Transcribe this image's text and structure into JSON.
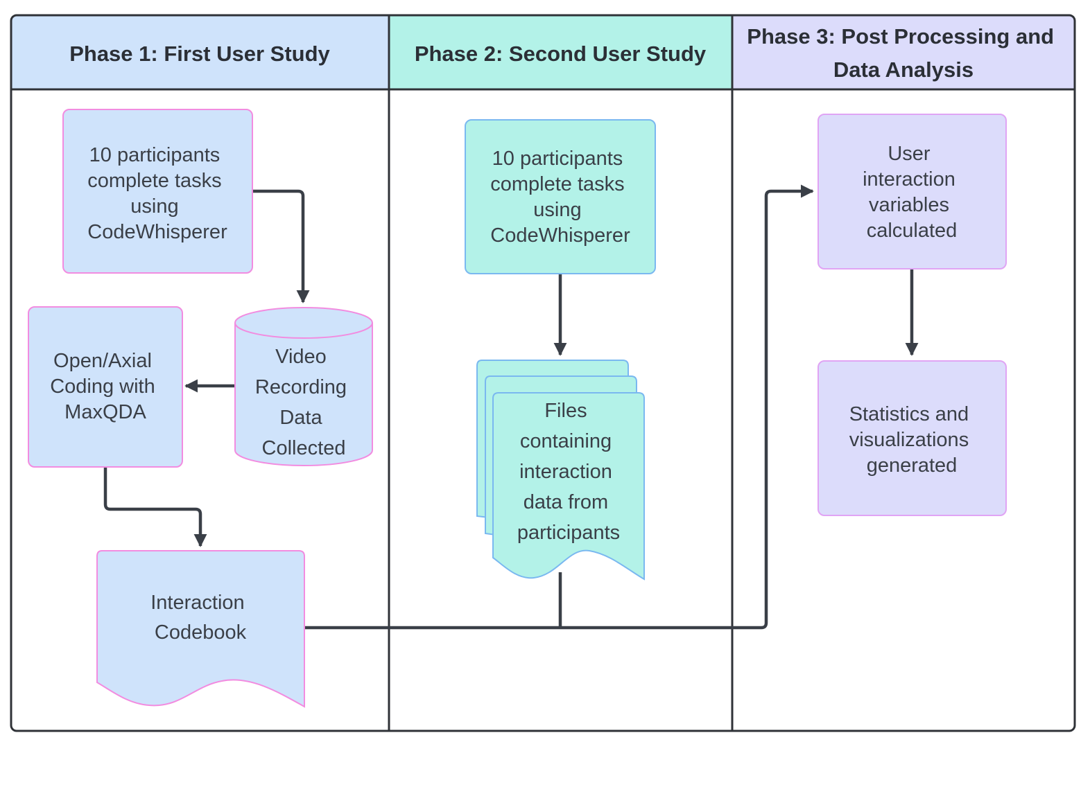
{
  "colors": {
    "phase1_fill": "#cfe3fb",
    "phase2_fill": "#b3f2e8",
    "phase3_fill": "#dcdcfb",
    "phase1_stroke": "#f28ce0",
    "phase2_stroke": "#7ab8f0",
    "phase3_stroke": "#e0a4f4",
    "line": "#3a3f47",
    "frame": "#2f3237"
  },
  "lanes": [
    {
      "id": "phase1",
      "title_lines": [
        "Phase 1: First User Study"
      ]
    },
    {
      "id": "phase2",
      "title_lines": [
        "Phase 2: Second User Study"
      ]
    },
    {
      "id": "phase3",
      "title_lines": [
        "Phase 3: Post Processing and",
        "Data Analysis"
      ]
    }
  ],
  "nodes": {
    "p1_participants": {
      "lines": [
        "10 participants",
        "complete tasks",
        "using",
        "CodeWhisperer"
      ],
      "shape": "rounded-rect"
    },
    "p1_video": {
      "lines": [
        "Video",
        "Recording",
        "Data",
        "Collected"
      ],
      "shape": "cylinder"
    },
    "p1_coding": {
      "lines": [
        "Open/Axial",
        "Coding with",
        "MaxQDA"
      ],
      "shape": "rounded-rect"
    },
    "p1_codebook": {
      "lines": [
        "Interaction",
        "Codebook"
      ],
      "shape": "document"
    },
    "p2_participants": {
      "lines": [
        "10 participants",
        "complete tasks",
        "using",
        "CodeWhisperer"
      ],
      "shape": "rounded-rect"
    },
    "p2_files": {
      "lines": [
        "Files",
        "containing",
        "interaction",
        "data from",
        "participants"
      ],
      "shape": "multi-document"
    },
    "p3_variables": {
      "lines": [
        "User",
        "interaction",
        "variables",
        "calculated"
      ],
      "shape": "rounded-rect"
    },
    "p3_stats": {
      "lines": [
        "Statistics and",
        "visualizations",
        "generated"
      ],
      "shape": "rounded-rect"
    }
  },
  "edges": [
    {
      "from": "p1_participants",
      "to": "p1_video"
    },
    {
      "from": "p1_video",
      "to": "p1_coding"
    },
    {
      "from": "p1_coding",
      "to": "p1_codebook"
    },
    {
      "from": "p2_participants",
      "to": "p2_files"
    },
    {
      "from": "p1_codebook",
      "to": "p3_variables"
    },
    {
      "from": "p2_files",
      "to": "p3_variables"
    },
    {
      "from": "p3_variables",
      "to": "p3_stats"
    }
  ]
}
